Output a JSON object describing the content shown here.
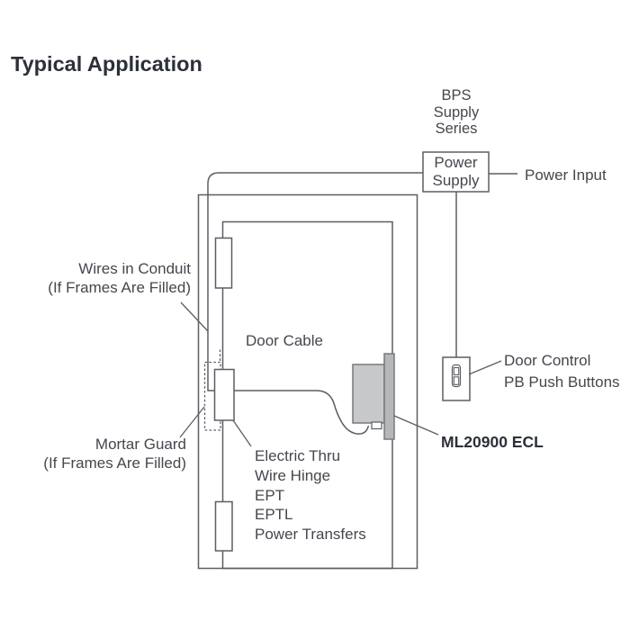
{
  "title": "Typical Application",
  "diagram": {
    "bps_label": "BPS\nSupply\nSeries",
    "power_supply_label": "Power\nSupply",
    "power_input_label": "Power Input",
    "wires_in_conduit_label": "Wires in Conduit\n(If Frames Are Filled)",
    "door_cable_label": "Door Cable",
    "mortar_guard_label": "Mortar Guard\n(If Frames Are Filled)",
    "power_transfers_label": "Electric Thru\nWire Hinge\nEPT\nEPTL\nPower Transfers",
    "lock_model_label": "ML20900 ECL",
    "door_control_label": "Door Control\nPB Push Buttons"
  },
  "colors": {
    "line": "#5c5e63",
    "text": "#44474d",
    "heading": "#2c3038",
    "lock_body_fill": "#c7c8ca",
    "lock_plate_fill": "#b6b7b9",
    "lock_stroke": "#77787c"
  }
}
